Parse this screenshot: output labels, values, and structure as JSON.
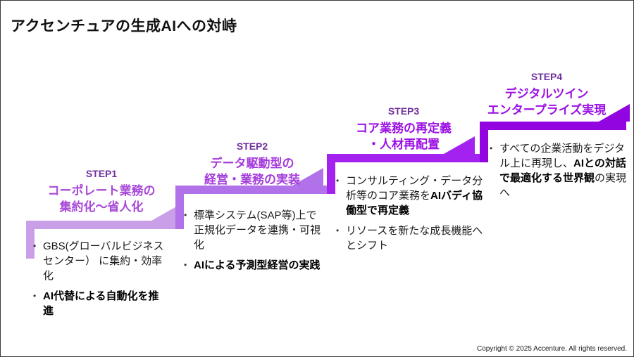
{
  "title": "アクセンチュアの生成AIへの対峙",
  "ui": {
    "bullet_char": "•"
  },
  "colors": {
    "step_label": "#7030A0",
    "step1_bar": "#C9A0E8",
    "step1_heading": "#A848D8",
    "step2_bar": "#B171E8",
    "step2_heading": "#A43BDC",
    "step3_bar": "#A422F0",
    "step3_heading": "#9C10E4",
    "step4_bar": "#9205E0",
    "step4_heading": "#9C10E4",
    "body_text": "#1A1A1A",
    "title_text": "#111111"
  },
  "steps": [
    {
      "label": "STEP1",
      "heading_lines": [
        "コーポレート業務の",
        "集約化〜省人化"
      ],
      "bullets": [
        {
          "segments": [
            {
              "text": "GBS(グローバルビジネスセンター） に集約・効率化",
              "bold": false
            }
          ]
        },
        {
          "segments": [
            {
              "text": "AI代替による自動化を推進",
              "bold": true
            }
          ]
        }
      ]
    },
    {
      "label": "STEP2",
      "heading_lines": [
        "データ駆動型の",
        "経営・業務の実装"
      ],
      "bullets": [
        {
          "segments": [
            {
              "text": "標準システム(SAP等)上で正規化データを連携・可視化",
              "bold": false
            }
          ]
        },
        {
          "segments": [
            {
              "text": "AIによる予測型経営の実践",
              "bold": true
            }
          ]
        }
      ]
    },
    {
      "label": "STEP3",
      "heading_lines": [
        "コア業務の再定義",
        "・人材再配置"
      ],
      "bullets": [
        {
          "segments": [
            {
              "text": "コンサルティング・データ分析等のコア業務を",
              "bold": false
            },
            {
              "text": "AIバディ協働型で再定義",
              "bold": true
            }
          ]
        },
        {
          "segments": [
            {
              "text": "リソースを新たな成長機能へとシフト",
              "bold": false
            }
          ]
        }
      ]
    },
    {
      "label": "STEP4",
      "heading_lines": [
        "デジタルツイン",
        "エンタープライズ実現"
      ],
      "bullets": [
        {
          "segments": [
            {
              "text": "すべての企業活動をデジタル上に再現し、",
              "bold": false
            },
            {
              "text": "AIとの対話で最適化する世界観",
              "bold": true
            },
            {
              "text": "の実現へ",
              "bold": false
            }
          ]
        }
      ]
    }
  ],
  "footer": {
    "copyright": "Copyright © 2025 Accenture. All rights reserved."
  }
}
